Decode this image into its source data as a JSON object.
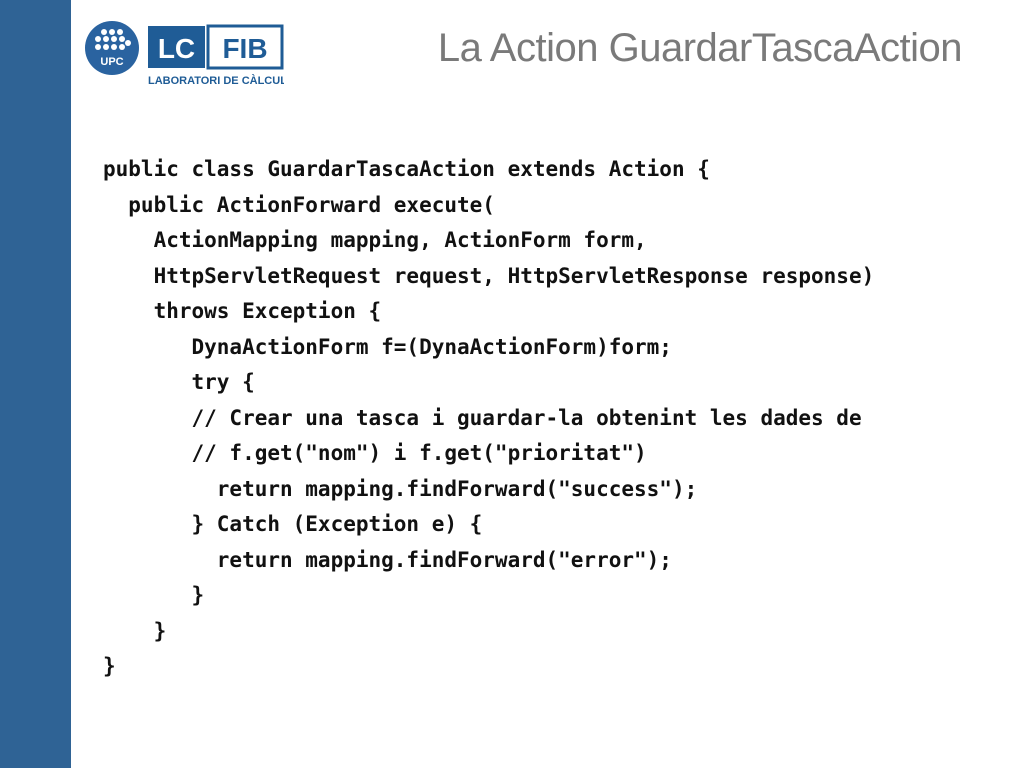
{
  "slide": {
    "title": "La Action GuardarTascaAction",
    "logo": {
      "seal_text": "UPC",
      "lc_text": "LC",
      "fib_text": "FIB",
      "subtitle": "LABORATORI DE CÀLCUL"
    },
    "code_lines": [
      "public class GuardarTascaAction extends Action {",
      "  public ActionForward execute(",
      "    ActionMapping mapping, ActionForm form,",
      "    HttpServletRequest request, HttpServletResponse response)",
      "    throws Exception {",
      "       DynaActionForm f=(DynaActionForm)form;",
      "       try {",
      "       // Crear una tasca i guardar-la obtenint les dades de",
      "       // f.get(\"nom\") i f.get(\"prioritat\")",
      "         return mapping.findForward(\"success\");",
      "       } Catch (Exception e) {",
      "         return mapping.findForward(\"error\");",
      "       }",
      "    }",
      "}"
    ]
  },
  "colors": {
    "sidebar": "#2f6395",
    "brand_blue": "#1f5c96",
    "title_gray": "#7a7a7a"
  }
}
